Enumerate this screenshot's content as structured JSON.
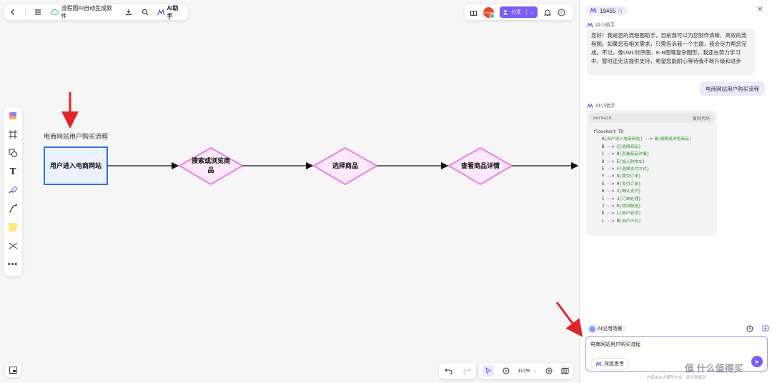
{
  "topbar": {
    "title": "流程图AI自动生成软件",
    "ai_label": "AI助手"
  },
  "topright": {
    "avatar_text": "Personal",
    "share_label": "分享"
  },
  "zoom": {
    "level": "117%"
  },
  "flow": {
    "title": "电商网站用户购买流程",
    "nodes": [
      {
        "label": "用户进入电商网站"
      },
      {
        "label": "搜索或浏览商品"
      },
      {
        "label": "选择商品"
      },
      {
        "label": "查看商品详情"
      }
    ]
  },
  "assistant": {
    "credits": "19455",
    "bot_name": "AI小助手",
    "greeting": "您好！我是您的流程图助手，目前我可以为您制作清晰、高效的流程图。如果您有相关需求，只需告诉我一个主题，我会尽力帮您完成。不过，像UML时序图、E-R图等复杂图形，我还在努力学习中，暂时还无法提供支持，希望您能耐心等待我不断升级和进步",
    "user_message": "电商网站用户购买流程",
    "code_lang": "mermaid",
    "copy_label": "复制代码",
    "code_header": "flowchart TD",
    "code_lines": [
      {
        "pre": "A",
        "a": "[用户进入电商网站]",
        "mid": " --> B",
        "b": "(搜索或浏览商品)"
      },
      {
        "pre": "B",
        "a": "",
        "mid": " --> C",
        "b": "{选择商品}"
      },
      {
        "pre": "C",
        "a": "",
        "mid": " --> D",
        "b": "{查看商品详情}"
      },
      {
        "pre": "D",
        "a": "",
        "mid": " --> E",
        "b": "{加入购物车}"
      },
      {
        "pre": "E",
        "a": "",
        "mid": " --> F",
        "b": "{选择支付方式}"
      },
      {
        "pre": "F",
        "a": "",
        "mid": " --> G",
        "b": "{提交订单}"
      },
      {
        "pre": "G",
        "a": "",
        "mid": " --> H",
        "b": "{支付订单}"
      },
      {
        "pre": "H",
        "a": "",
        "mid": " --> I",
        "b": "{确认支付}"
      },
      {
        "pre": "I",
        "a": "",
        "mid": " --> J",
        "b": "{订单处理}"
      },
      {
        "pre": "J",
        "a": "",
        "mid": " --> K",
        "b": "{物流配送}"
      },
      {
        "pre": "K",
        "a": "",
        "mid": " --> L",
        "b": "[用户收货]"
      },
      {
        "pre": "L",
        "a": "",
        "mid": " --> M",
        "b": "[用户评价]"
      }
    ],
    "scenarios_label": "AI应用场景",
    "input_value": "电商网站用户购买流程",
    "deep_think_label": "深度思考",
    "disclaimer": "内容由AI大模型生成，请注意甄别"
  },
  "watermark": "值 什么值得买",
  "colors": {
    "accent": "#7b5cf5",
    "node_rect_border": "#2f6fe0",
    "node_diamond_border": "#f07be6",
    "arrow": "#e0242a"
  }
}
